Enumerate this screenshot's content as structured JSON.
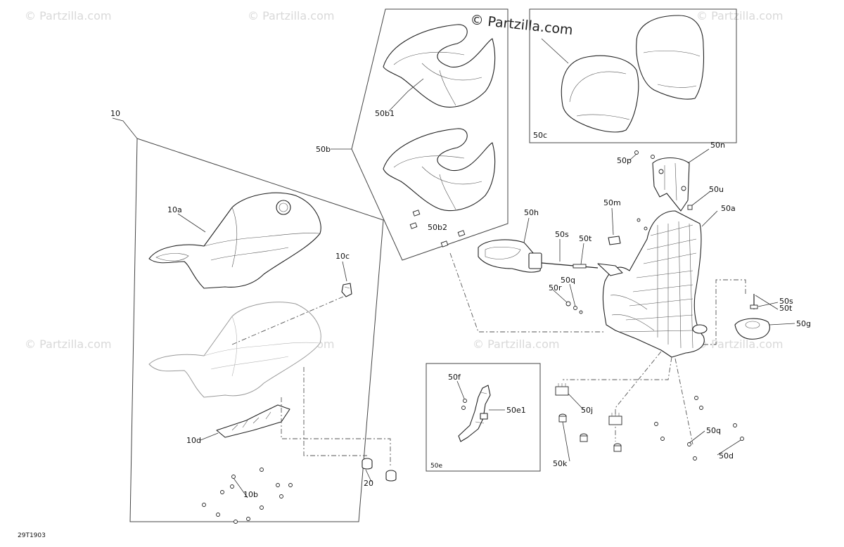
{
  "watermark": {
    "main": "© Partzilla.com",
    "faint": "© Partzilla.com"
  },
  "diagram_code": "29T1903",
  "callouts": {
    "c10": "10",
    "c10a": "10a",
    "c10b": "10b",
    "c10c": "10c",
    "c10d": "10d",
    "c20": "20",
    "c50a": "50a",
    "c50b": "50b",
    "c50b1": "50b1",
    "c50b2": "50b2",
    "c50c": "50c",
    "c50d": "50d",
    "c50e": "50e",
    "c50e1": "50e1",
    "c50f": "50f",
    "c50g": "50g",
    "c50h": "50h",
    "c50j": "50j",
    "c50k": "50k",
    "c50m": "50m",
    "c50n": "50n",
    "c50p": "50p",
    "c50q_a": "50q",
    "c50q_b": "50q",
    "c50r": "50r",
    "c50s_a": "50s",
    "c50s_b": "50s",
    "c50t_a": "50t",
    "c50t_b": "50t",
    "c50u": "50u"
  },
  "colors": {
    "line": "#222222",
    "watermark": "#d9d9d9",
    "background": "#ffffff"
  }
}
